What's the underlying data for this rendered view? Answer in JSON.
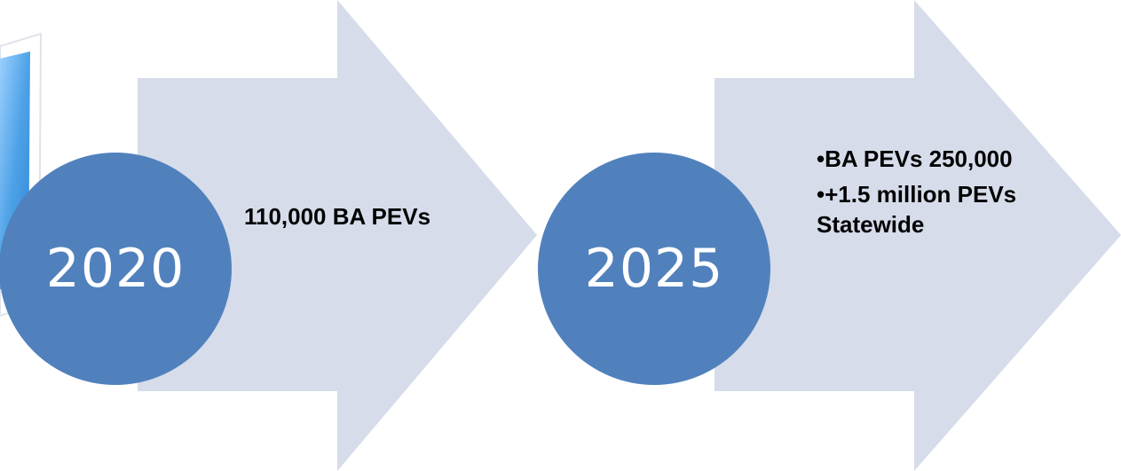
{
  "colors": {
    "arrow_fill": "#d6dcea",
    "circle_fill": "#5181bd",
    "circle_text": "#ffffff",
    "photo_blue": "#4da1e6"
  },
  "icons": {
    "photo": "photo-thumbnail-icon"
  },
  "steps": [
    {
      "year": "2020",
      "text": "110,000 BA PEVs"
    },
    {
      "year": "2025",
      "bullets": [
        "•BA PEVs 250,000",
        "•+1.5 million PEVs Statewide"
      ]
    }
  ]
}
